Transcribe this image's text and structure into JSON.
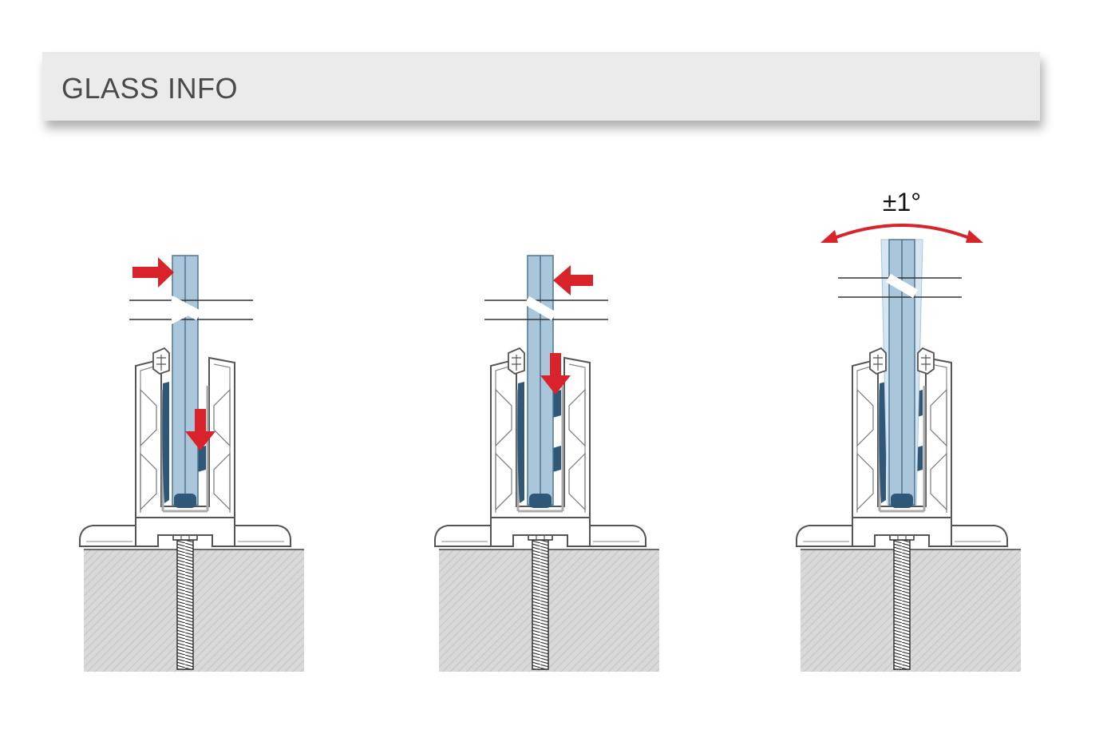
{
  "header": {
    "title": "GLASS INFO"
  },
  "tilt": {
    "label": "±1°"
  },
  "colors": {
    "arrow": "#d8232a",
    "glass": "#a9c6db",
    "gasket": "#2f5878",
    "concrete": "#d6d6d6",
    "profile_stroke": "#555555"
  },
  "diagrams": [
    {
      "id": "step-1",
      "push_arrow": "right",
      "insert_arrow": "lower"
    },
    {
      "id": "step-2",
      "push_arrow": "left",
      "insert_arrow": "upper"
    },
    {
      "id": "step-3",
      "push_arrow": "none",
      "insert_arrow": "none",
      "tilt_adjust": true
    }
  ]
}
